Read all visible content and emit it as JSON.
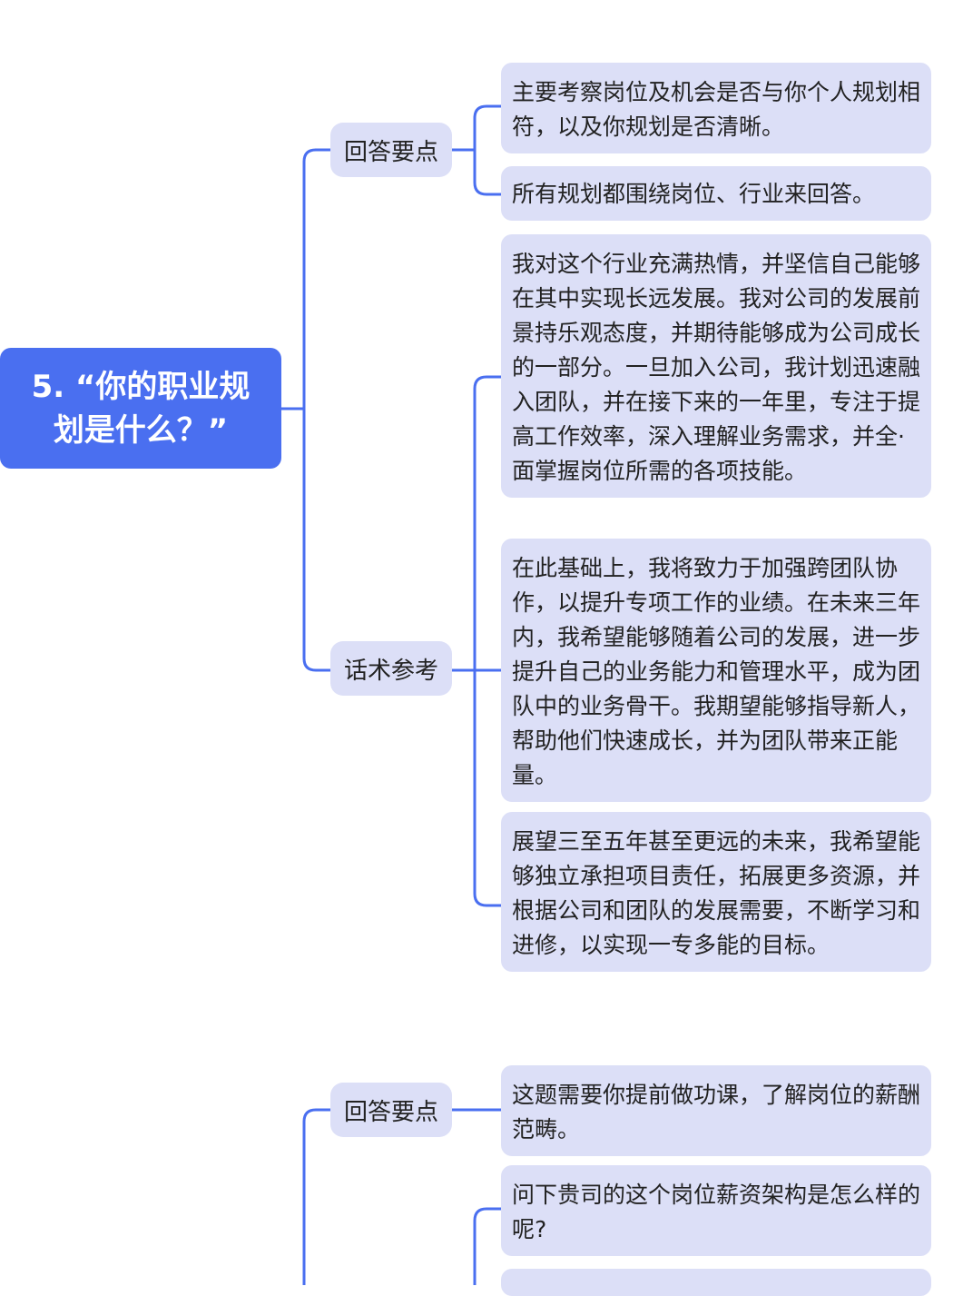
{
  "root": {
    "title": "5. “你的职业规划是什么？”"
  },
  "branches": [
    {
      "label": "回答要点",
      "leaves": [
        "主要考察岗位及机会是否与你个人规划相符，以及你规划是否清晰。",
        "所有规划都围绕岗位、行业来回答。"
      ]
    },
    {
      "label": "话术参考",
      "leaves": [
        "我对这个行业充满热情，并坚信自己能够在其中实现长远发展。我对公司的发展前景持乐观态度，并期待能够成为公司成长的一部分。一旦加入公司，我计划迅速融入团队，并在接下来的一年里，专注于提高工作效率，深入理解业务需求，并全·面掌握岗位所需的各项技能。",
        "在此基础上，我将致力于加强跨团队协作，以提升专项工作的业绩。在未来三年内，我希望能够随着公司的发展，进一步提升自己的业务能力和管理水平，成为团队中的业务骨干。我期望能够指导新人，帮助他们快速成长，并为团队带来正能量。",
        "展望三至五年甚至更远的未来，我希望能够独立承担项目责任，拓展更多资源，并根据公司和团队的发展需要，不断学习和进修，以实现一专多能的目标。"
      ]
    },
    {
      "label": "回答要点",
      "leaves": [
        "这题需要你提前做功课，了解岗位的薪酬范畴。"
      ]
    },
    {
      "label": "",
      "leaves": [
        "问下贵司的这个岗位薪资架构是怎么样的呢?",
        ""
      ]
    }
  ],
  "colors": {
    "root_bg": "#4a6ff0",
    "node_bg": "#dcdff7",
    "line": "#4a6ff0",
    "text": "#222222"
  }
}
